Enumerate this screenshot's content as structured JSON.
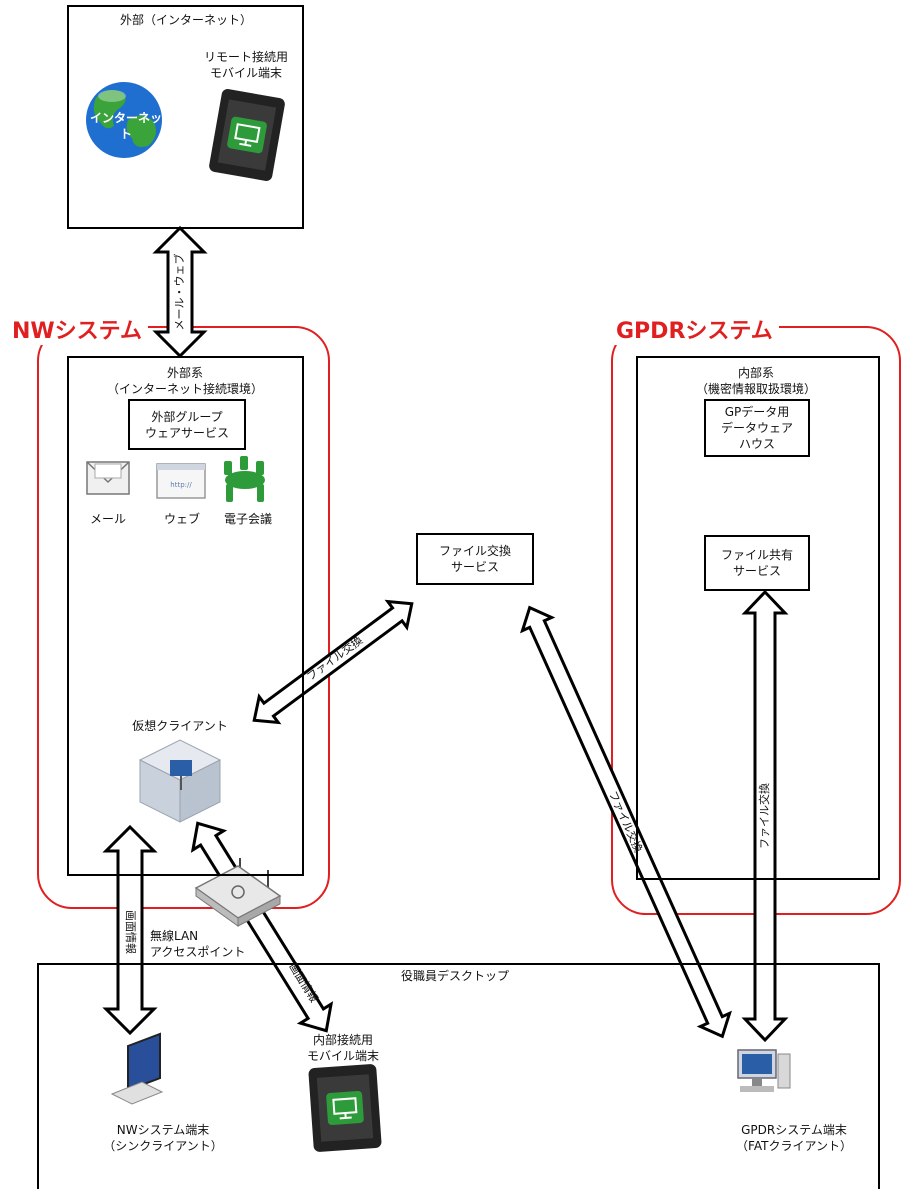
{
  "external": {
    "title": "外部（インターネット）",
    "internet_label": "インターネット",
    "remote_mobile": "リモート接続用\nモバイル端末"
  },
  "nw_system": {
    "title": "NWシステム",
    "zone_title": "外部系\n（インターネット接続環境）",
    "groupware": "外部グループ\nウェアサービス",
    "mail": "メール",
    "web": "ウェブ",
    "conference": "電子会議",
    "virtual_client": "仮想クライアント"
  },
  "gpdr_system": {
    "title": "GPDRシステム",
    "zone_title": "内部系\n（機密情報取扱環境）",
    "warehouse": "GPデータ用\nデータウェア\nハウス",
    "file_share": "ファイル共有\nサービス"
  },
  "file_exchange_service": "ファイル交換\nサービス",
  "desktop": {
    "title": "役職員デスクトップ",
    "wireless_ap": "無線LAN\nアクセスポイント",
    "internal_mobile": "内部接続用\nモバイル端末",
    "nw_terminal": "NWシステム端末\n（シンクライアント）",
    "gpdr_terminal": "GPDRシステム端末\n（FATクライアント）"
  },
  "arrows": {
    "mail_web": "メール・ウェブ",
    "file_exchange_1": "ファイル交換",
    "file_exchange_2": "ファイル交換",
    "file_exchange_3": "ファイル交換",
    "screen_info_1": "画面情報",
    "screen_info_2": "画面情報"
  },
  "colors": {
    "system_border": "#e02020",
    "screen_green": "#2e9b3a",
    "globe_blue": "#1f6fd0",
    "globe_green": "#3aa33a"
  }
}
